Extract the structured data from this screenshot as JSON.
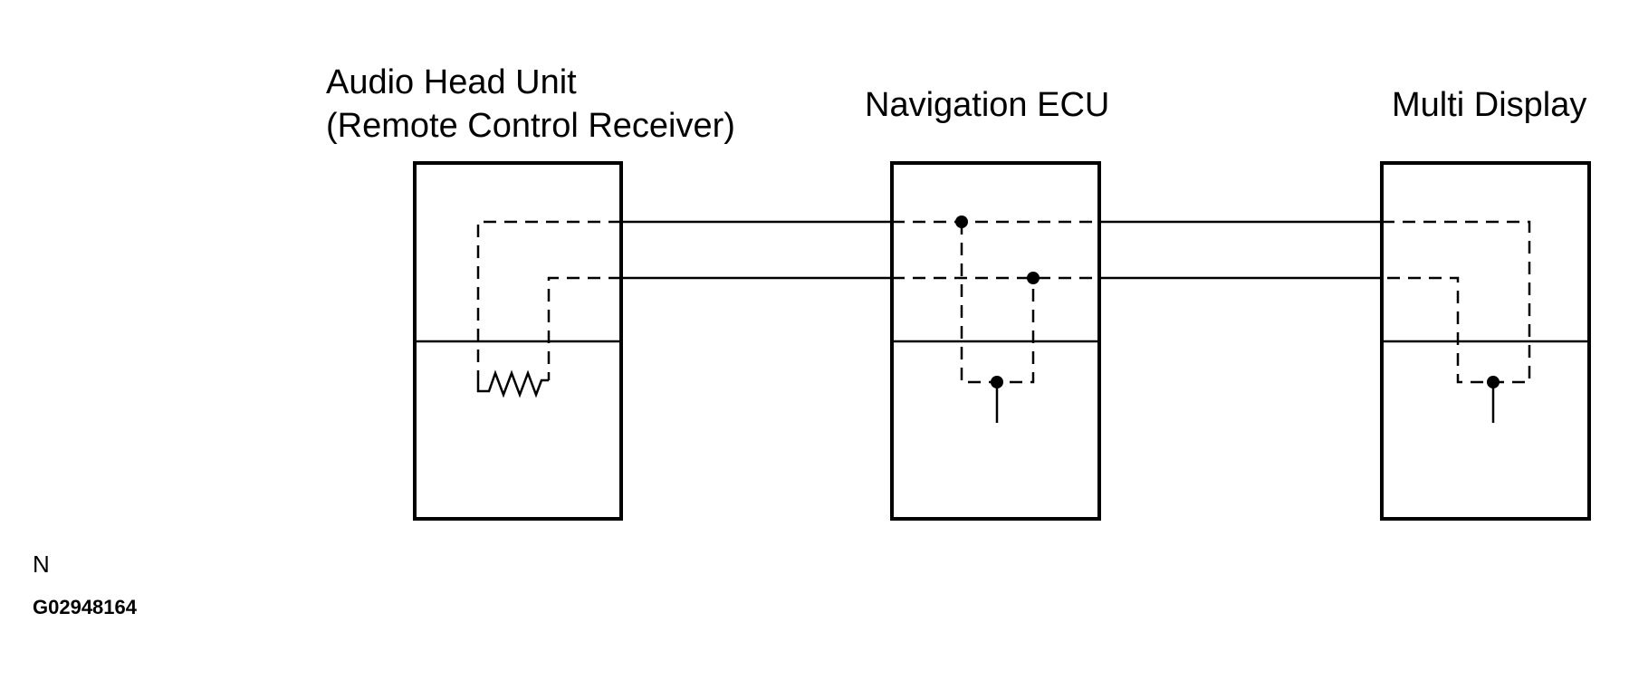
{
  "components": {
    "audio_head_unit": {
      "line1": "Audio Head Unit",
      "line2": "(Remote Control Receiver)"
    },
    "navigation_ecu": {
      "label": "Navigation ECU"
    },
    "multi_display": {
      "label": "Multi Display"
    }
  },
  "footer": {
    "marker": "N",
    "figure_code": "G02948164"
  },
  "colors": {
    "stroke": "#000000",
    "background": "#ffffff"
  }
}
